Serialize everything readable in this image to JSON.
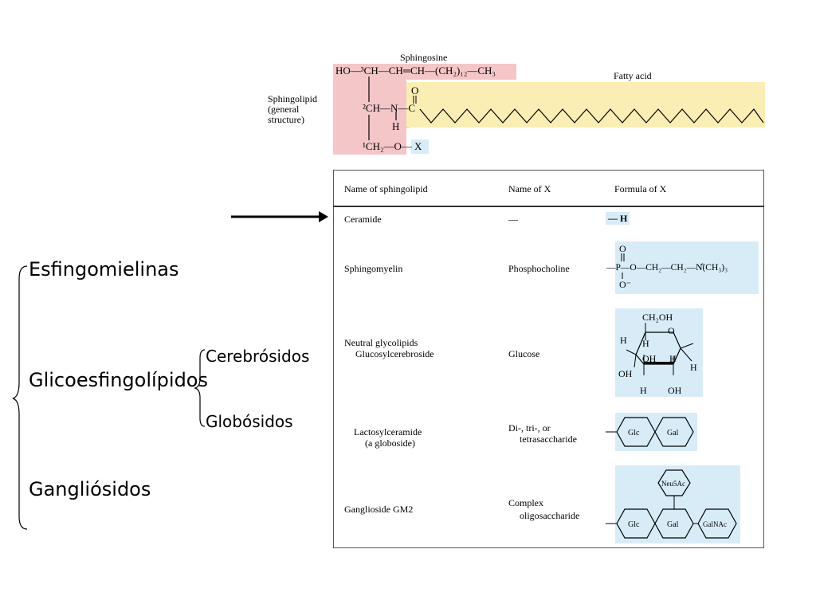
{
  "structure": {
    "sphingosine_label": "Sphingosine",
    "fatty_acid_label": "Fatty acid",
    "sphingolipid_label": [
      "Sphingolipid",
      "(general",
      "structure)"
    ],
    "top_chain": "HO—³CH—CH═CH—(CH₂)₁₂—CH₃",
    "c2_label": "²CH—N—C",
    "n_h": "H",
    "carbonyl_o": "O",
    "c1_label": "¹CH₂—O—",
    "x_label": "X"
  },
  "table": {
    "headers": [
      "Name of sphingolipid",
      "Name of X",
      "Formula of X"
    ],
    "rows": [
      {
        "name": "Ceramide",
        "x_name": "—",
        "formula": "— H"
      },
      {
        "name": "Sphingomyelin",
        "x_name": "Phosphocholine",
        "formula": "— P — O — CH₂ — CH₂ — N(CH₃)₃",
        "formula_parts": {
          "o_top": "O",
          "o_minus": "O⁻",
          "chain": "—P—O—CH₂—CH₂—N̊(CH₃)₃"
        }
      },
      {
        "name": "Neutral glycolipids",
        "name_line2": "Glucosylcerebroside",
        "x_name": "Glucose",
        "ring_labels": {
          "ch2oh": "CH₂OH",
          "o": "O",
          "h": "H",
          "oh": "OH"
        }
      },
      {
        "name": "Lactosylceramide",
        "name_line2": "(a globoside)",
        "x_name": "Di-, tri-, or",
        "x_name_line2": "tetrasaccharide",
        "sugars": [
          "Glc",
          "Gal"
        ]
      },
      {
        "name": "Ganglioside GM2",
        "x_name": "Complex",
        "x_name_line2": "oligosaccharide",
        "sugars": [
          "Glc",
          "Gal",
          "GalNAc",
          "Neu5Ac"
        ]
      }
    ]
  },
  "categories": {
    "esfingomielinas": "Esfingomielinas",
    "glicoesfingolipidos": "Glicoesfingolípidos",
    "cerebrosidos": "Cerebrósidos",
    "globosidos": "Globósidos",
    "gangliosidos": "Gangliósidos"
  }
}
